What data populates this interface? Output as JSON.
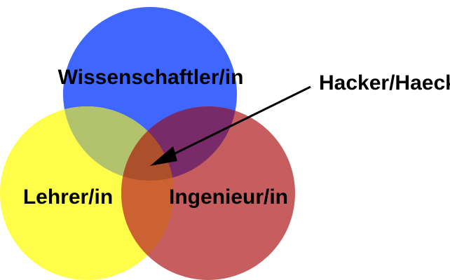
{
  "diagram": {
    "type": "venn",
    "sets": [
      {
        "label": "Wissenschaftler/in",
        "color": "#3f66fe"
      },
      {
        "label": "Lehrer/in",
        "color": "#fdfd4a"
      },
      {
        "label": "Ingenieur/in",
        "color": "#c65e5f"
      }
    ],
    "intersections": {
      "wissenschaftler_lehrer": "#b3c36d",
      "wissenschaftler_ingenieur": "#792b69",
      "lehrer_ingenieur": "#cc6231",
      "center": "#ab502a"
    },
    "callout": {
      "label": "Hacker/Haeckse",
      "points_to": "center"
    }
  }
}
